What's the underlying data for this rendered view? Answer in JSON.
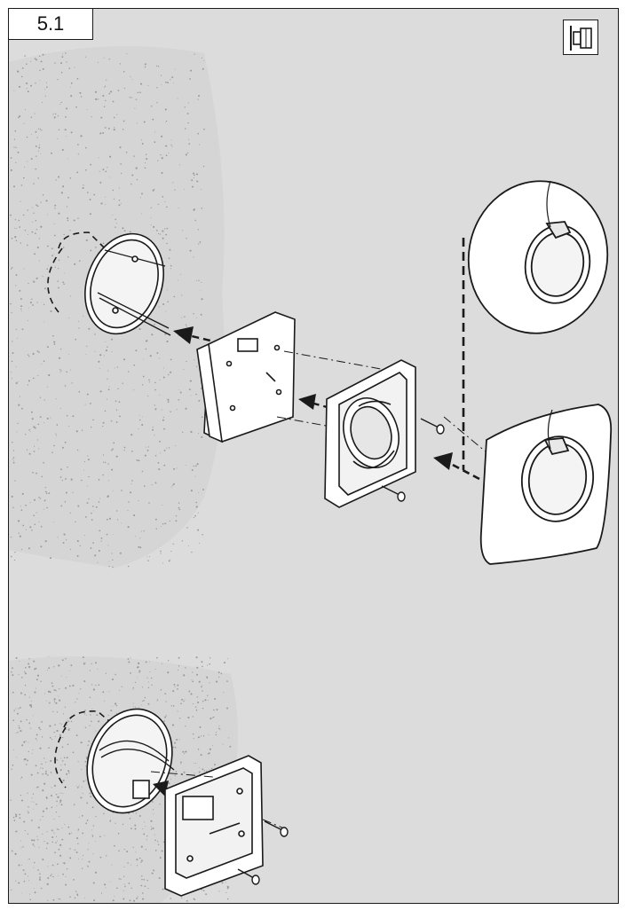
{
  "step": {
    "number": "5.1"
  },
  "icons": {
    "mount_type": "flush-mount-icon"
  },
  "illustrations": {
    "top": "exploded-assembly-flush-mount",
    "bottom": "exploded-assembly-surface-mount"
  },
  "colors": {
    "background": "#dcdcdc",
    "outline": "#1a1a1a",
    "part_fill": "#ffffff",
    "wall_speckle": "#9a9a9a"
  }
}
